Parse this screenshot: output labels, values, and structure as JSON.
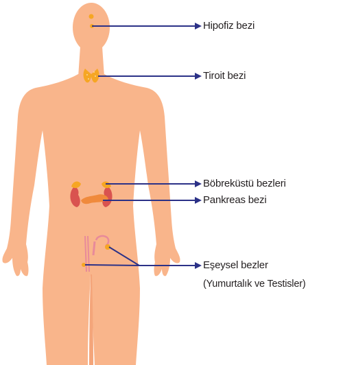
{
  "colors": {
    "skin": "#f9b58b",
    "skin_shadow": "#f4a57a",
    "arrow": "#2b3187",
    "gland_gold": "#f6a623",
    "kidney": "#d9534f",
    "pancreas": "#f08a3c",
    "reproductive": "#e88a9a"
  },
  "labels": {
    "pituitary": "Hipofiz bezi",
    "thyroid": "Tiroit bezi",
    "adrenal": "Böbreküstü bezleri",
    "pancreas": "Pankreas bezi",
    "gonads_line1": "Eşeysel bezler",
    "gonads_line2": "(Yumurtalık ve Testisler)"
  }
}
